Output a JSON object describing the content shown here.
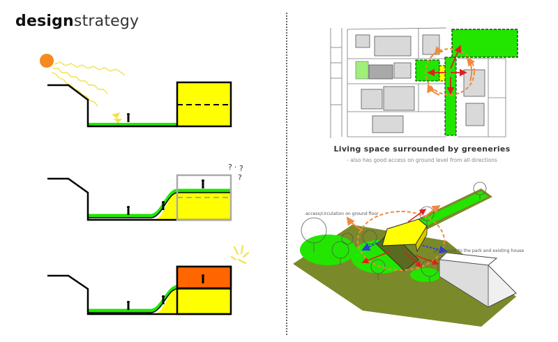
{
  "header": {
    "title_bold": "design",
    "title_light": "strategy"
  },
  "plan": {
    "caption": "Living space surrounded by greeneries",
    "subcaption": "- also has good access on ground level from all directions"
  },
  "axo": {
    "label_access": "access/circulation on ground floor",
    "label_view": "great view to the park and existing house"
  },
  "colors": {
    "green": "#22e600",
    "light_green": "#9ef07a",
    "yellow": "#ffff00",
    "orange_box": "#ff6600",
    "sun": "#f58a1f",
    "orange_arrow": "#f08a3c",
    "red_arrow": "#e02020",
    "blue_arrow": "#2a3fd8",
    "grass": "#7a8a2a"
  }
}
